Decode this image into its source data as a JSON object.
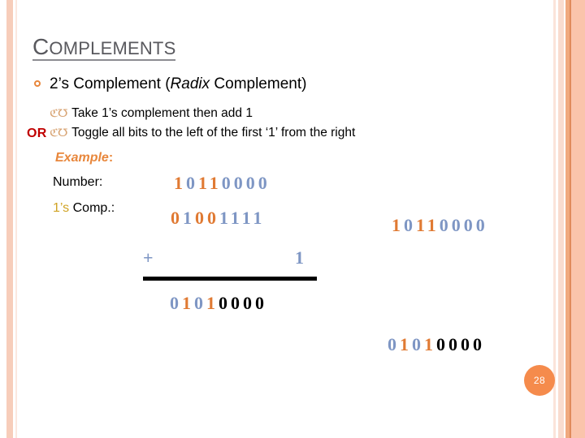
{
  "slide": {
    "title_first_letter": "C",
    "title_rest": "OMPLEMENTS",
    "page_number": "28"
  },
  "bullets": {
    "level1": {
      "text_before_italic": "2’s Complement (",
      "italic_word": "Radix",
      "text_after_italic": " Complement)",
      "bullet_icon": "hollow-circle-bullet"
    },
    "level2_a": {
      "text": "Take 1’s complement then add 1",
      "bullet_icon": "curl-bullet"
    },
    "level2_b": {
      "or_label": "OR",
      "text": "Toggle all bits to the left of the first ‘1’ from the right",
      "bullet_icon": "curl-bullet"
    },
    "example_label": "Example",
    "example_colon": ":"
  },
  "labels": {
    "number": "Number:",
    "ones_comp_prefix": "1’s",
    "ones_comp_rest": " Comp.:",
    "plus_sign": "+"
  },
  "binary": {
    "number": {
      "value": "10110000",
      "digits": [
        {
          "d": "1",
          "c": "one"
        },
        {
          "d": "0",
          "c": "zero"
        },
        {
          "d": "1",
          "c": "one"
        },
        {
          "d": "1",
          "c": "one"
        },
        {
          "d": "0",
          "c": "zero"
        },
        {
          "d": "0",
          "c": "zero"
        },
        {
          "d": "0",
          "c": "zero"
        },
        {
          "d": "0",
          "c": "zero"
        }
      ]
    },
    "ones_complement": {
      "value": "01001111",
      "digits": [
        {
          "d": "0",
          "c": "one"
        },
        {
          "d": "1",
          "c": "zero"
        },
        {
          "d": "0",
          "c": "one"
        },
        {
          "d": "0",
          "c": "one"
        },
        {
          "d": "1",
          "c": "zero"
        },
        {
          "d": "1",
          "c": "zero"
        },
        {
          "d": "1",
          "c": "zero"
        },
        {
          "d": "1",
          "c": "zero"
        }
      ]
    },
    "addend": "1",
    "sum": {
      "value": "01010000",
      "digits": [
        {
          "d": "0",
          "c": "zero"
        },
        {
          "d": "1",
          "c": "one"
        },
        {
          "d": "0",
          "c": "zero"
        },
        {
          "d": "1",
          "c": "one"
        },
        {
          "d": "0",
          "c": "black"
        },
        {
          "d": "0",
          "c": "black"
        },
        {
          "d": "0",
          "c": "black"
        },
        {
          "d": "0",
          "c": "black"
        }
      ]
    },
    "right_top": {
      "value": "10110000",
      "digits": [
        {
          "d": "1",
          "c": "one"
        },
        {
          "d": "0",
          "c": "zero"
        },
        {
          "d": "1",
          "c": "one"
        },
        {
          "d": "1",
          "c": "one"
        },
        {
          "d": "0",
          "c": "zero"
        },
        {
          "d": "0",
          "c": "zero"
        },
        {
          "d": "0",
          "c": "zero"
        },
        {
          "d": "0",
          "c": "zero"
        }
      ]
    },
    "right_bottom": {
      "value": "01010000",
      "digits": [
        {
          "d": "0",
          "c": "zero"
        },
        {
          "d": "1",
          "c": "one"
        },
        {
          "d": "0",
          "c": "zero"
        },
        {
          "d": "1",
          "c": "one"
        },
        {
          "d": "0",
          "c": "black"
        },
        {
          "d": "0",
          "c": "black"
        },
        {
          "d": "0",
          "c": "black"
        },
        {
          "d": "0",
          "c": "black"
        }
      ]
    }
  },
  "colors": {
    "accent_orange": "#e8873c",
    "bit_one": "#e07a33",
    "bit_zero": "#7e96c4",
    "or_red": "#c00000",
    "gold": "#d0a323",
    "title_gray": "#59595e",
    "badge": "#f58b4c",
    "stripe": "#f7cdba"
  }
}
